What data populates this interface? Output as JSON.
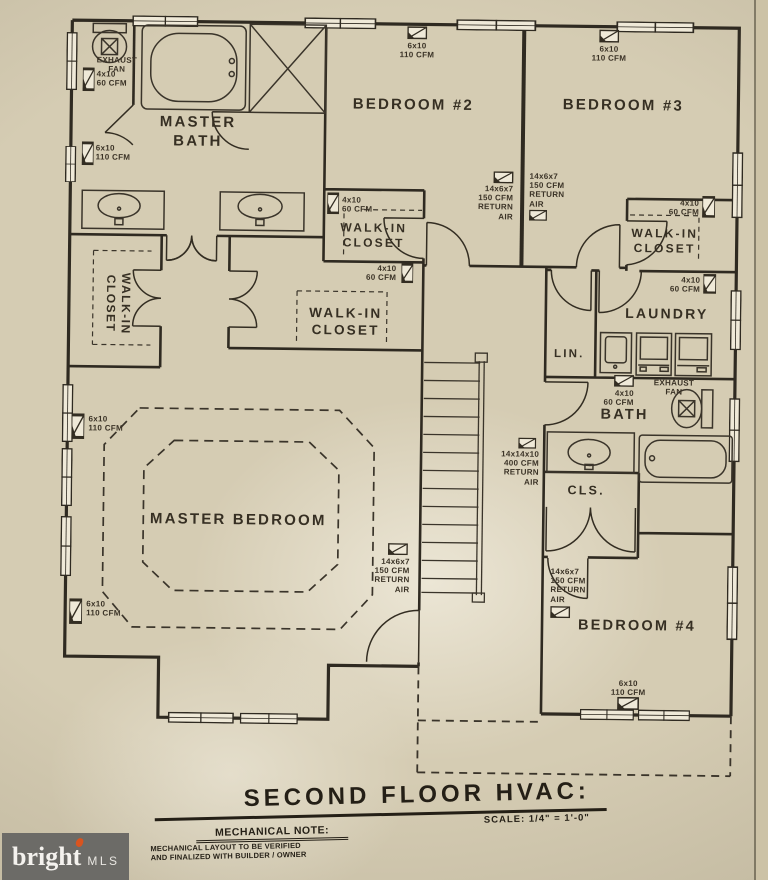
{
  "colors": {
    "paper": "#d5ccb3",
    "ink": "#332c21",
    "accent_orange": "#d9541f",
    "watermark_bg": "#686764"
  },
  "rooms": {
    "master_bath": "MASTER\nBATH",
    "bedroom_2": "BEDROOM #2",
    "bedroom_3": "BEDROOM #3",
    "bedroom_4": "BEDROOM #4",
    "master_bedroom": "MASTER BEDROOM",
    "walk_in_closet_bed2": "WALK-IN\nCLOSET",
    "walk_in_closet_bed3": "WALK-IN\nCLOSET",
    "walk_in_closet_master": "WALK-IN\nCLOSET",
    "walk_in_closet_master_left": "WALK-IN\nCLOSET",
    "laundry": "LAUNDRY",
    "linen": "LIN.",
    "bath": "BATH",
    "closet": "CLS."
  },
  "hvac": {
    "exhaust_fan_master_bath": "EXHAUST\nFAN",
    "exhaust_fan_bath": "EXHAUST\nFAN",
    "registers": [
      {
        "id": "master-bath-wc-supply",
        "text": "4x10\n60 CFM"
      },
      {
        "id": "master-bath-supply",
        "text": "6x10\n110 CFM"
      },
      {
        "id": "bedroom2-supply",
        "text": "6x10\n110 CFM"
      },
      {
        "id": "bedroom3-supply",
        "text": "6x10\n110 CFM"
      },
      {
        "id": "bedroom2-closet-supply",
        "text": "4x10\n60 CFM"
      },
      {
        "id": "bedroom3-closet-supply",
        "text": "4x10\n60 CFM"
      },
      {
        "id": "master-closet-supply",
        "text": "4x10\n60 CFM"
      },
      {
        "id": "laundry-supply",
        "text": "4x10\n60 CFM"
      },
      {
        "id": "bath-supply",
        "text": "4x10\n60 CFM"
      },
      {
        "id": "bedroom2-return",
        "text": "14x6x7\n150 CFM\nRETURN\nAIR"
      },
      {
        "id": "bedroom3-return",
        "text": "14x6x7\n150 CFM\nRETURN\nAIR"
      },
      {
        "id": "hall-return",
        "text": "14x14x10\n400 CFM\nRETURN\nAIR"
      },
      {
        "id": "master-bedroom-return",
        "text": "14x6x7\n150 CFM\nRETURN\nAIR"
      },
      {
        "id": "master-bedroom-supply-1",
        "text": "6x10\n110 CFM"
      },
      {
        "id": "master-bedroom-supply-2",
        "text": "6x10\n110 CFM"
      },
      {
        "id": "bedroom4-return",
        "text": "14x6x7\n150 CFM\nRETURN\nAIR"
      },
      {
        "id": "bedroom4-supply",
        "text": "6x10\n110 CFM"
      }
    ]
  },
  "titleblock": {
    "title": "SECOND FLOOR HVAC:",
    "scale": "SCALE: 1/4\" = 1'-0\"",
    "note_heading": "MECHANICAL NOTE:",
    "note_line_1": "MECHANICAL LAYOUT TO BE VERIFIED",
    "note_line_2": "AND FINALIZED WITH BUILDER / OWNER"
  },
  "watermark": {
    "brand": "bright",
    "suffix": "MLS"
  }
}
